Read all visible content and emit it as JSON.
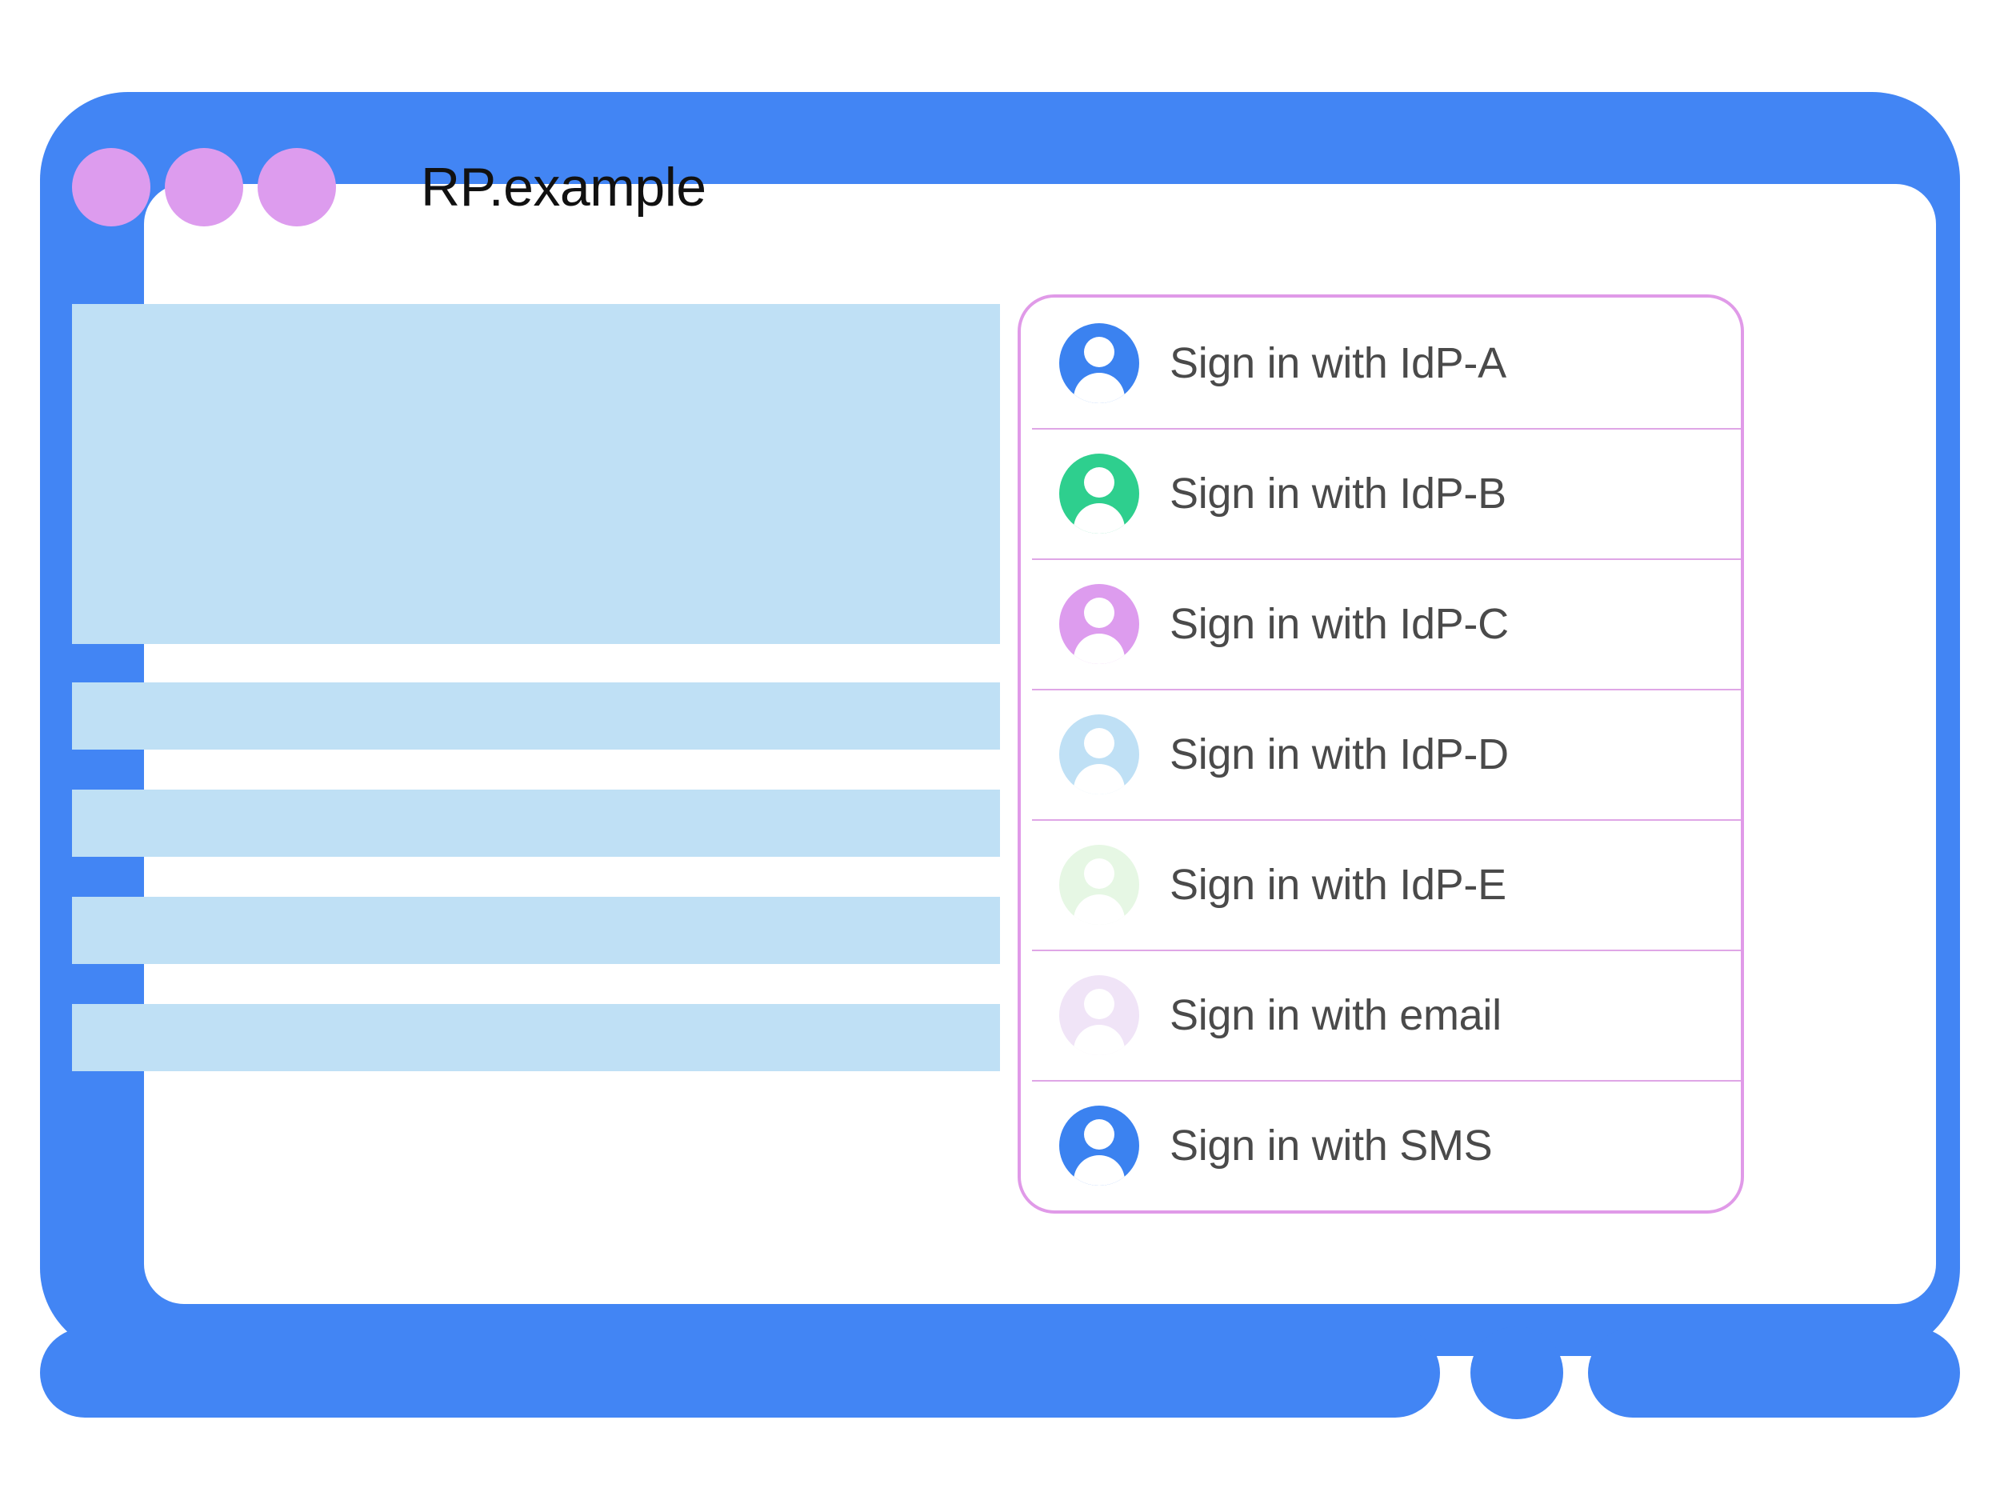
{
  "window": {
    "title": "RP.example",
    "titlebar_dots": [
      "dot-1",
      "dot-2",
      "dot-3"
    ],
    "dot_color": "#dd9cee",
    "frame_color": "#4285f4"
  },
  "content": {
    "placeholder_color": "#bfe0f5",
    "blocks": [
      {
        "name": "hero-placeholder"
      },
      {
        "name": "text-line-placeholder-1"
      },
      {
        "name": "text-line-placeholder-2"
      },
      {
        "name": "text-line-placeholder-3"
      },
      {
        "name": "text-line-placeholder-4"
      }
    ]
  },
  "account_chooser": {
    "border_color": "#e09ae8",
    "divider_color": "#dfa6e6",
    "items": [
      {
        "label": "Sign in with IdP-A",
        "icon": "account-avatar-icon",
        "avatar_color": "#3b82f0"
      },
      {
        "label": "Sign in with IdP-B",
        "icon": "account-avatar-icon",
        "avatar_color": "#2ecf8e"
      },
      {
        "label": "Sign in with IdP-C",
        "icon": "account-avatar-icon",
        "avatar_color": "#dd9cee"
      },
      {
        "label": "Sign in with IdP-D",
        "icon": "account-avatar-icon",
        "avatar_color": "#bfe0f5"
      },
      {
        "label": "Sign in with IdP-E",
        "icon": "account-avatar-icon",
        "avatar_color": "#e6f7e4"
      },
      {
        "label": "Sign in with email",
        "icon": "account-avatar-icon",
        "avatar_color": "#f0e4f7"
      },
      {
        "label": "Sign in with SMS",
        "icon": "account-avatar-icon",
        "avatar_color": "#3b82f0"
      }
    ]
  },
  "device": {
    "home_button": "home-button"
  }
}
